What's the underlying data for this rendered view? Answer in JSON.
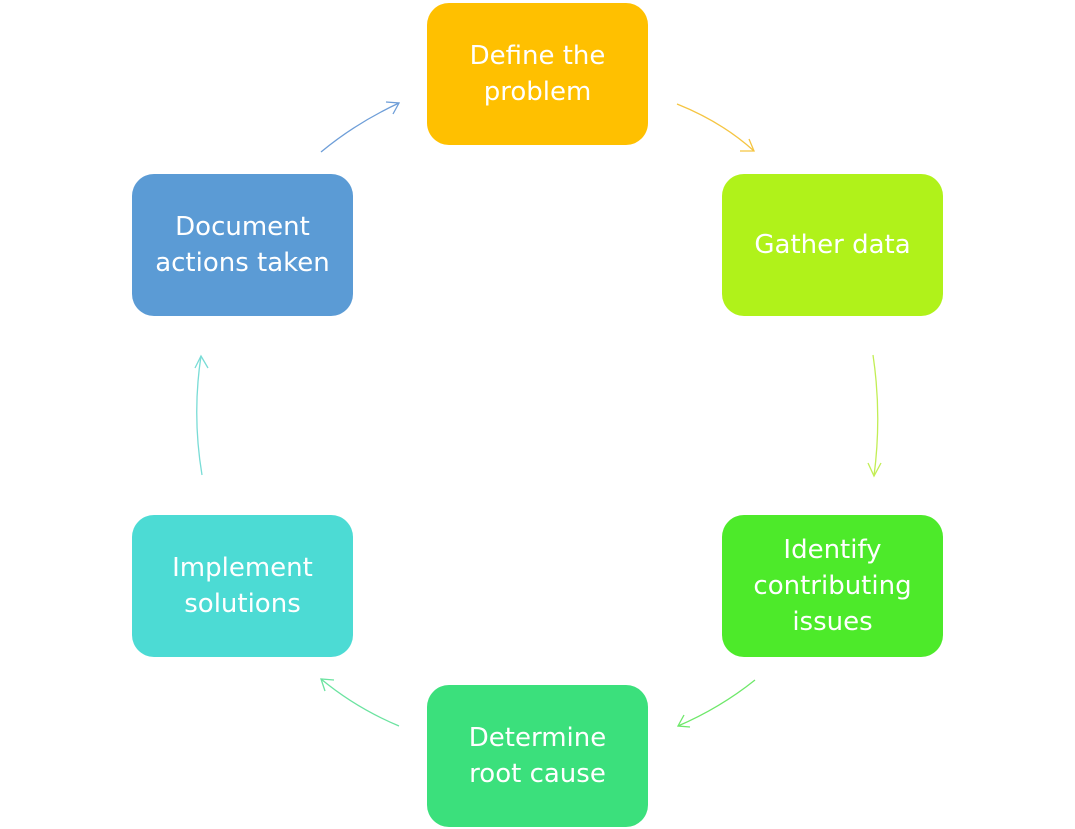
{
  "diagram": {
    "nodes": [
      {
        "id": "define",
        "label": "Define the\nproblem",
        "color": "#FFC000"
      },
      {
        "id": "gather",
        "label": "Gather data",
        "color": "#B0F21A"
      },
      {
        "id": "identify",
        "label": "Identify\ncontributing\nissues",
        "color": "#4DEA2A"
      },
      {
        "id": "root",
        "label": "Determine\nroot cause",
        "color": "#3BE07C"
      },
      {
        "id": "implement",
        "label": "Implement\nsolutions",
        "color": "#4CDBD4"
      },
      {
        "id": "document",
        "label": "Document\nactions taken",
        "color": "#5B9BD5"
      }
    ],
    "edges": [
      {
        "from": "define",
        "to": "gather",
        "color": "#F5C542"
      },
      {
        "from": "gather",
        "to": "identify",
        "color": "#C2EE55"
      },
      {
        "from": "identify",
        "to": "root",
        "color": "#6EE86A"
      },
      {
        "from": "root",
        "to": "implement",
        "color": "#6BE3A0"
      },
      {
        "from": "implement",
        "to": "document",
        "color": "#79DCD6"
      },
      {
        "from": "document",
        "to": "define",
        "color": "#6E9ED8"
      }
    ]
  }
}
